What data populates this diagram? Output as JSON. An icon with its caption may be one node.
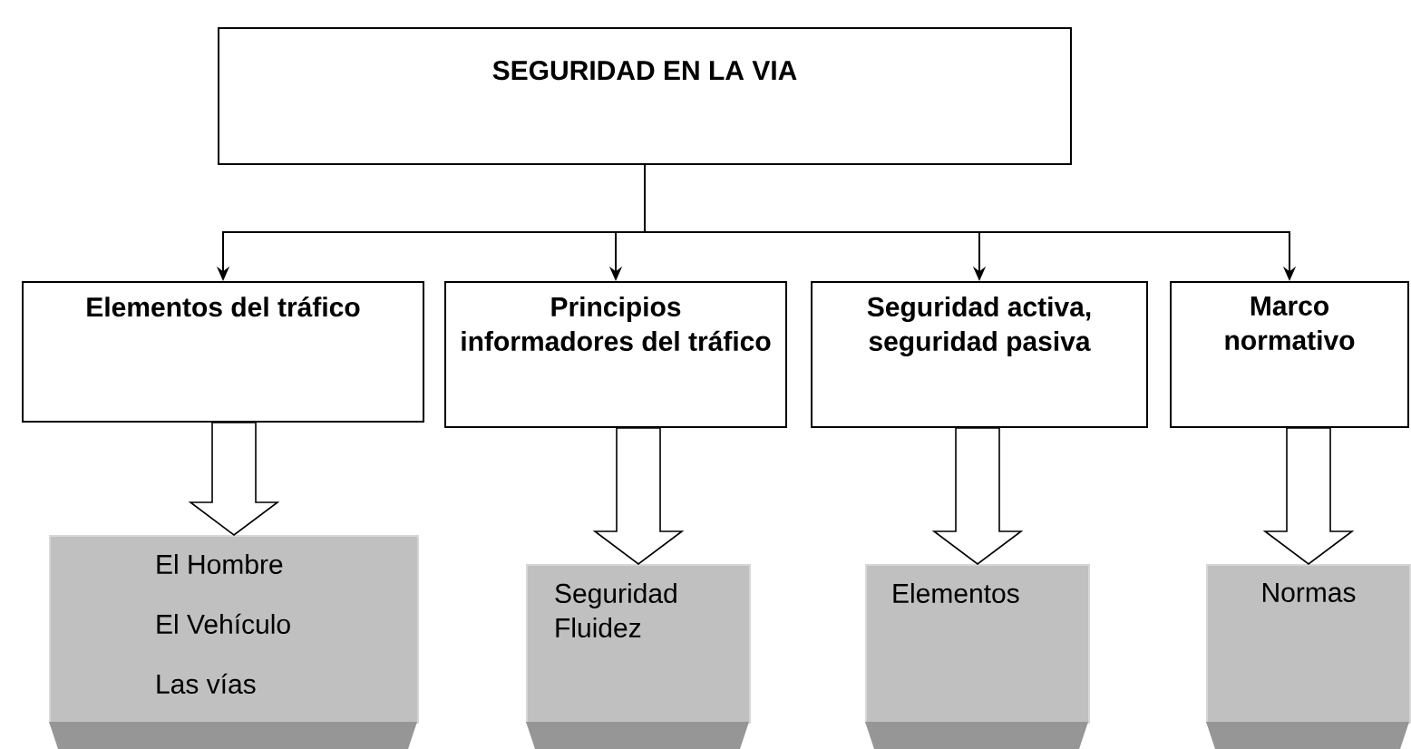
{
  "diagram": {
    "nodes": [
      {
        "text": [
          "SEGURIDAD EN LA VIA"
        ]
      },
      {
        "text": [
          "Elementos del tráfico"
        ]
      },
      {
        "text": [
          "Principios informadores del tráfico"
        ]
      },
      {
        "text": [
          "Seguridad activa, seguridad pasiva"
        ]
      },
      {
        "text": [
          "Marco normativo"
        ]
      },
      {
        "text": [
          "El Hombre",
          "El Vehículo",
          "Las vías"
        ]
      },
      {
        "text": [
          "Seguridad",
          "Fluidez"
        ]
      },
      {
        "text": [
          "Elementos"
        ]
      },
      {
        "text": [
          "Normas"
        ]
      }
    ],
    "edges": [
      {
        "from": 0,
        "to": 1,
        "arrow": "to"
      },
      {
        "from": 0,
        "to": 2,
        "arrow": "to"
      },
      {
        "from": 0,
        "to": 3,
        "arrow": "to"
      },
      {
        "from": 0,
        "to": 4,
        "arrow": "to"
      },
      {
        "from": 1,
        "to": 5,
        "arrow": "to",
        "style": "thick"
      },
      {
        "from": 2,
        "to": 6,
        "arrow": "to",
        "style": "thick"
      },
      {
        "from": 3,
        "to": 7,
        "arrow": "to",
        "style": "thick"
      },
      {
        "from": 4,
        "to": 8,
        "arrow": "to",
        "style": "thick"
      }
    ]
  }
}
